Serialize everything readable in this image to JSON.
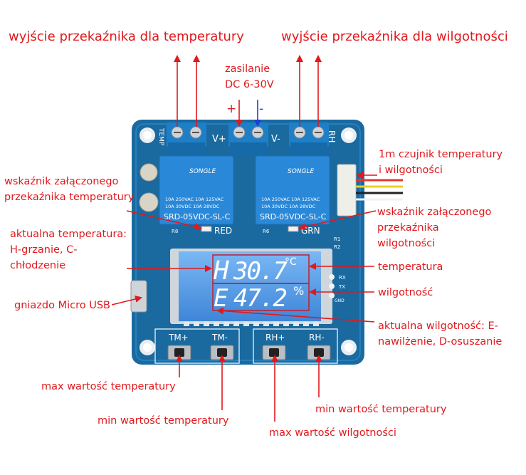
{
  "labels": {
    "relay_temp_output": "wyjście przekaźnika dla temperatury",
    "relay_hum_output": "wyjście przekaźnika dla wilgotności",
    "power_line1": "zasilanie",
    "power_line2": "DC 6-30V",
    "plus_sign": "+",
    "minus_sign": "-",
    "sensor_line1": "1m czujnik temperatury",
    "sensor_line2": "i wilgotności",
    "temp_indicator_line1": "wskaźnik załączonego",
    "temp_indicator_line2": "przekaźnika temperatury",
    "hum_indicator_line1": "wskaźnik załączonego",
    "hum_indicator_line2": "przekaźnika",
    "hum_indicator_line3": "wilgotności",
    "current_temp_line1": "aktualna temperatura:",
    "current_temp_line2": "H-grzanie, C-",
    "current_temp_line3": "chłodzenie",
    "temperature": "temperatura",
    "humidity": "wilgotność",
    "micro_usb": "gniazdo Micro USB",
    "current_hum_line1": "aktualna wilgotność: E-",
    "current_hum_line2": "nawilżenie, D-osuszanie",
    "max_temp": "max wartość temperatury",
    "min_temp": "min wartość temperatury",
    "min_temp_right": "min wartość temperatury",
    "max_hum": "max wartość wilgotności"
  },
  "board": {
    "silk_temp": "TEMP",
    "silk_vplus": "V+",
    "silk_vminus": "V-",
    "silk_rh": "RH",
    "relay_brand": "SONGLE",
    "relay_spec1": "10A 250VAC  10A 125VAC",
    "relay_spec2": "10A 30VDC  10A 28VDC",
    "relay_model": "SRD-05VDC-SL-C",
    "led_red": "RED",
    "led_grn": "GRN",
    "r_left": "R8",
    "r_mid": "R6",
    "r1": "R1",
    "r2": "R2",
    "rx": "RX",
    "tx": "TX",
    "gnd": "GND",
    "btn_tm_plus": "TM+",
    "btn_tm_minus": "TM-",
    "btn_rh_plus": "RH+",
    "btn_rh_minus": "RH-"
  },
  "display": {
    "temp_mode": "H",
    "temp_value": "30.7",
    "temp_unit": "°C",
    "hum_mode": "E",
    "hum_value": "47.2",
    "hum_unit": "%"
  },
  "colors": {
    "annotation": "#e0191d",
    "pcb": "#1a6aa0",
    "lcd": "#5aa0ea",
    "minus_arrow": "#1e3cd6"
  }
}
